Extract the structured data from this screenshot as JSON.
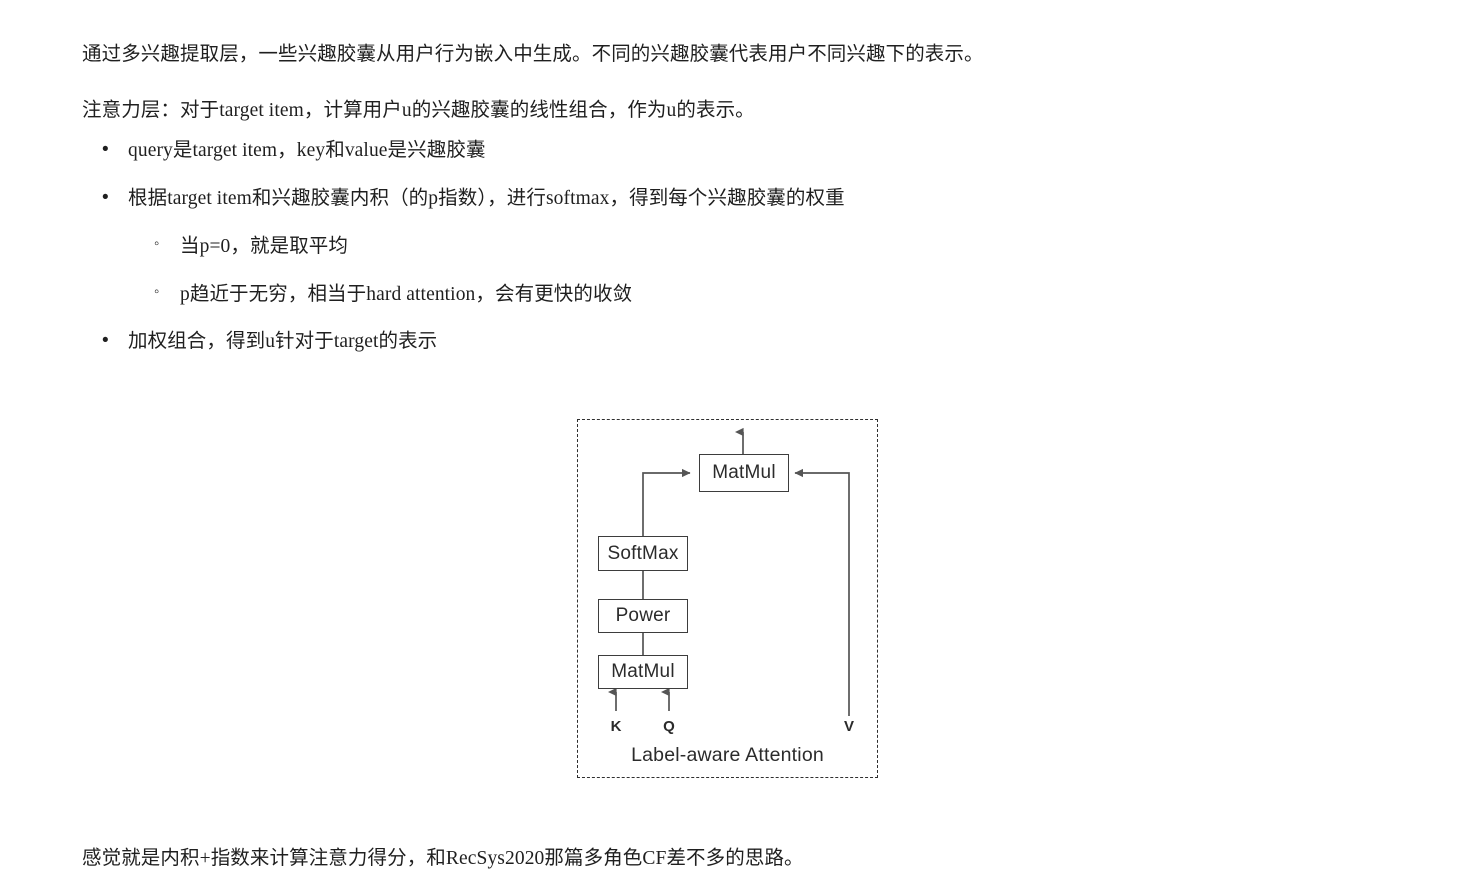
{
  "paragraphs": {
    "intro": "通过多兴趣提取层，一些兴趣胶囊从用户行为嵌入中生成。不同的兴趣胶囊代表用户不同兴趣下的表示。",
    "attention": "注意力层：对于target item，计算用户u的兴趣胶囊的线性组合，作为u的表示。",
    "closing": "感觉就是内积+指数来计算注意力得分，和RecSys2020那篇多角色CF差不多的思路。"
  },
  "bullets": [
    {
      "level": 1,
      "marker": "•",
      "text": "query是target item，key和value是兴趣胶囊"
    },
    {
      "level": 1,
      "marker": "•",
      "text": "根据target item和兴趣胶囊内积（的p指数），进行softmax，得到每个兴趣胶囊的权重"
    },
    {
      "level": 2,
      "marker": "◦",
      "text": "当p=0，就是取平均"
    },
    {
      "level": 2,
      "marker": "◦",
      "text": "p趋近于无穷，相当于hard attention，会有更快的收敛"
    },
    {
      "level": 1,
      "marker": "•",
      "text": "加权组合，得到u针对于target的表示"
    }
  ],
  "diagram": {
    "caption": "Label-aware Attention",
    "nodes": {
      "top_matmul": "MatMul",
      "softmax": "SoftMax",
      "power": "Power",
      "bottom_matmul": "MatMul"
    },
    "inputs": {
      "k": "K",
      "q": "Q",
      "v": "V"
    },
    "colors": {
      "box_border": "#3d3d3d",
      "frame_border": "#2f2f2f",
      "line": "#555555",
      "text": "#2b2b2b"
    }
  }
}
